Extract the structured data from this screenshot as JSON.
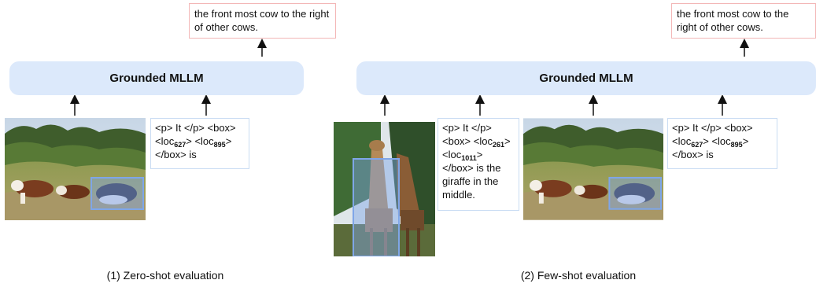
{
  "left_panel": {
    "model_label": "Grounded MLLM",
    "output_text": "the front most cow to the right of other cows.",
    "prompt": {
      "line1": "<p> It </p> <box>",
      "line2_pre": "<loc",
      "loc_a": "627",
      "line2_mid": "> <loc",
      "loc_b": "895",
      "line2_post": ">",
      "line3": "</box> is"
    },
    "caption": "(1) Zero-shot evaluation"
  },
  "right_panel": {
    "model_label": "Grounded MLLM",
    "output_text": "the front most cow to the right of other cows.",
    "example_prompt": {
      "line1": "<p> It </p>",
      "line2_pre": "<box> <loc",
      "loc_a": "261",
      "line2_post": ">",
      "line3_pre": "<loc",
      "loc_b": "1011",
      "line3_post": ">",
      "line4": "</box> is the",
      "line5": "giraffe in the",
      "line6": "middle."
    },
    "query_prompt": {
      "line1": "<p> It </p> <box>",
      "line2_pre": "<loc",
      "loc_a": "627",
      "line2_mid": "> <loc",
      "loc_b": "895",
      "line2_post": ">",
      "line3": "</box> is"
    },
    "caption": "(2) Few-shot evaluation"
  },
  "colors": {
    "model_fill": "#dce9fb",
    "output_border": "#f3b7b7",
    "prompt_border": "#c9dcf3",
    "bbox": "#7fa6e8"
  },
  "images": [
    "cow-photo",
    "giraffe-photo",
    "cow-photo"
  ]
}
